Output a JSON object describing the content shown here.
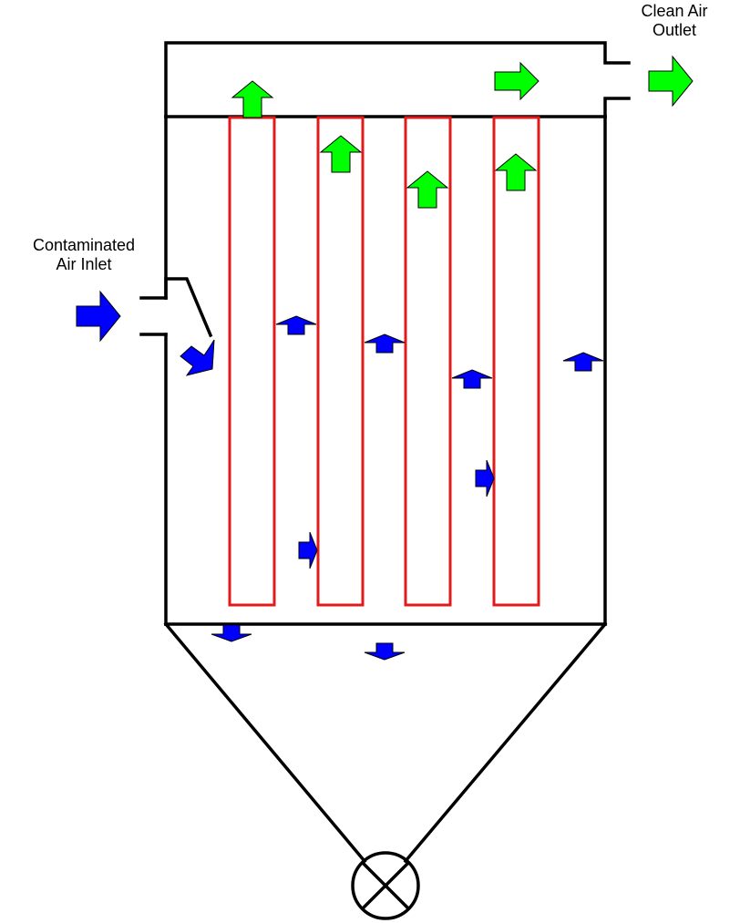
{
  "labels": {
    "outlet_line1": "Clean Air",
    "outlet_line2": "Outlet",
    "inlet_line1": "Contaminated",
    "inlet_line2": "Air Inlet"
  },
  "colors": {
    "housing": "#000000",
    "filter_bag": "#e11a1a",
    "clean_air_arrow": "#00ff00",
    "dirty_air_arrow": "#0000ff",
    "arrow_outline": "#000000",
    "background": "#ffffff"
  },
  "components": {
    "filter_bag_count": 4,
    "discharge_valve_icon": "circle-x-valve-icon"
  }
}
